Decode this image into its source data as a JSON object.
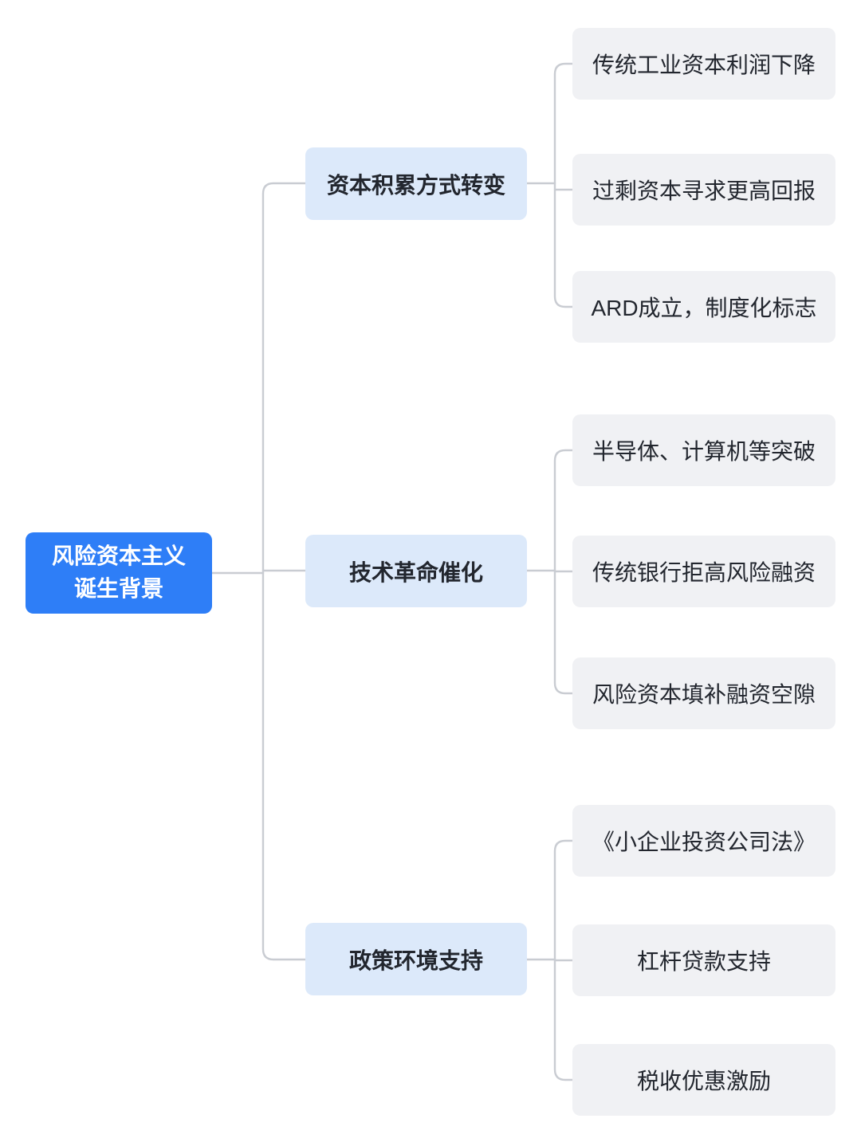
{
  "root": {
    "line1": "风险资本主义",
    "line2": "诞生背景"
  },
  "branches": [
    {
      "label": "资本积累方式转变",
      "leaves": [
        "传统工业资本利润下降",
        "过剩资本寻求更高回报",
        "ARD成立，制度化标志"
      ]
    },
    {
      "label": "技术革命催化",
      "leaves": [
        "半导体、计算机等突破",
        "传统银行拒高风险融资",
        "风险资本填补融资空隙"
      ]
    },
    {
      "label": "政策环境支持",
      "leaves": [
        "《小企业投资公司法》",
        "杠杆贷款支持",
        "税收优惠激励"
      ]
    }
  ],
  "colors": {
    "root_bg": "#2e7ef7",
    "branch_bg": "#dce9fa",
    "leaf_bg": "#f0f1f4",
    "connector": "#c9ccd2"
  }
}
